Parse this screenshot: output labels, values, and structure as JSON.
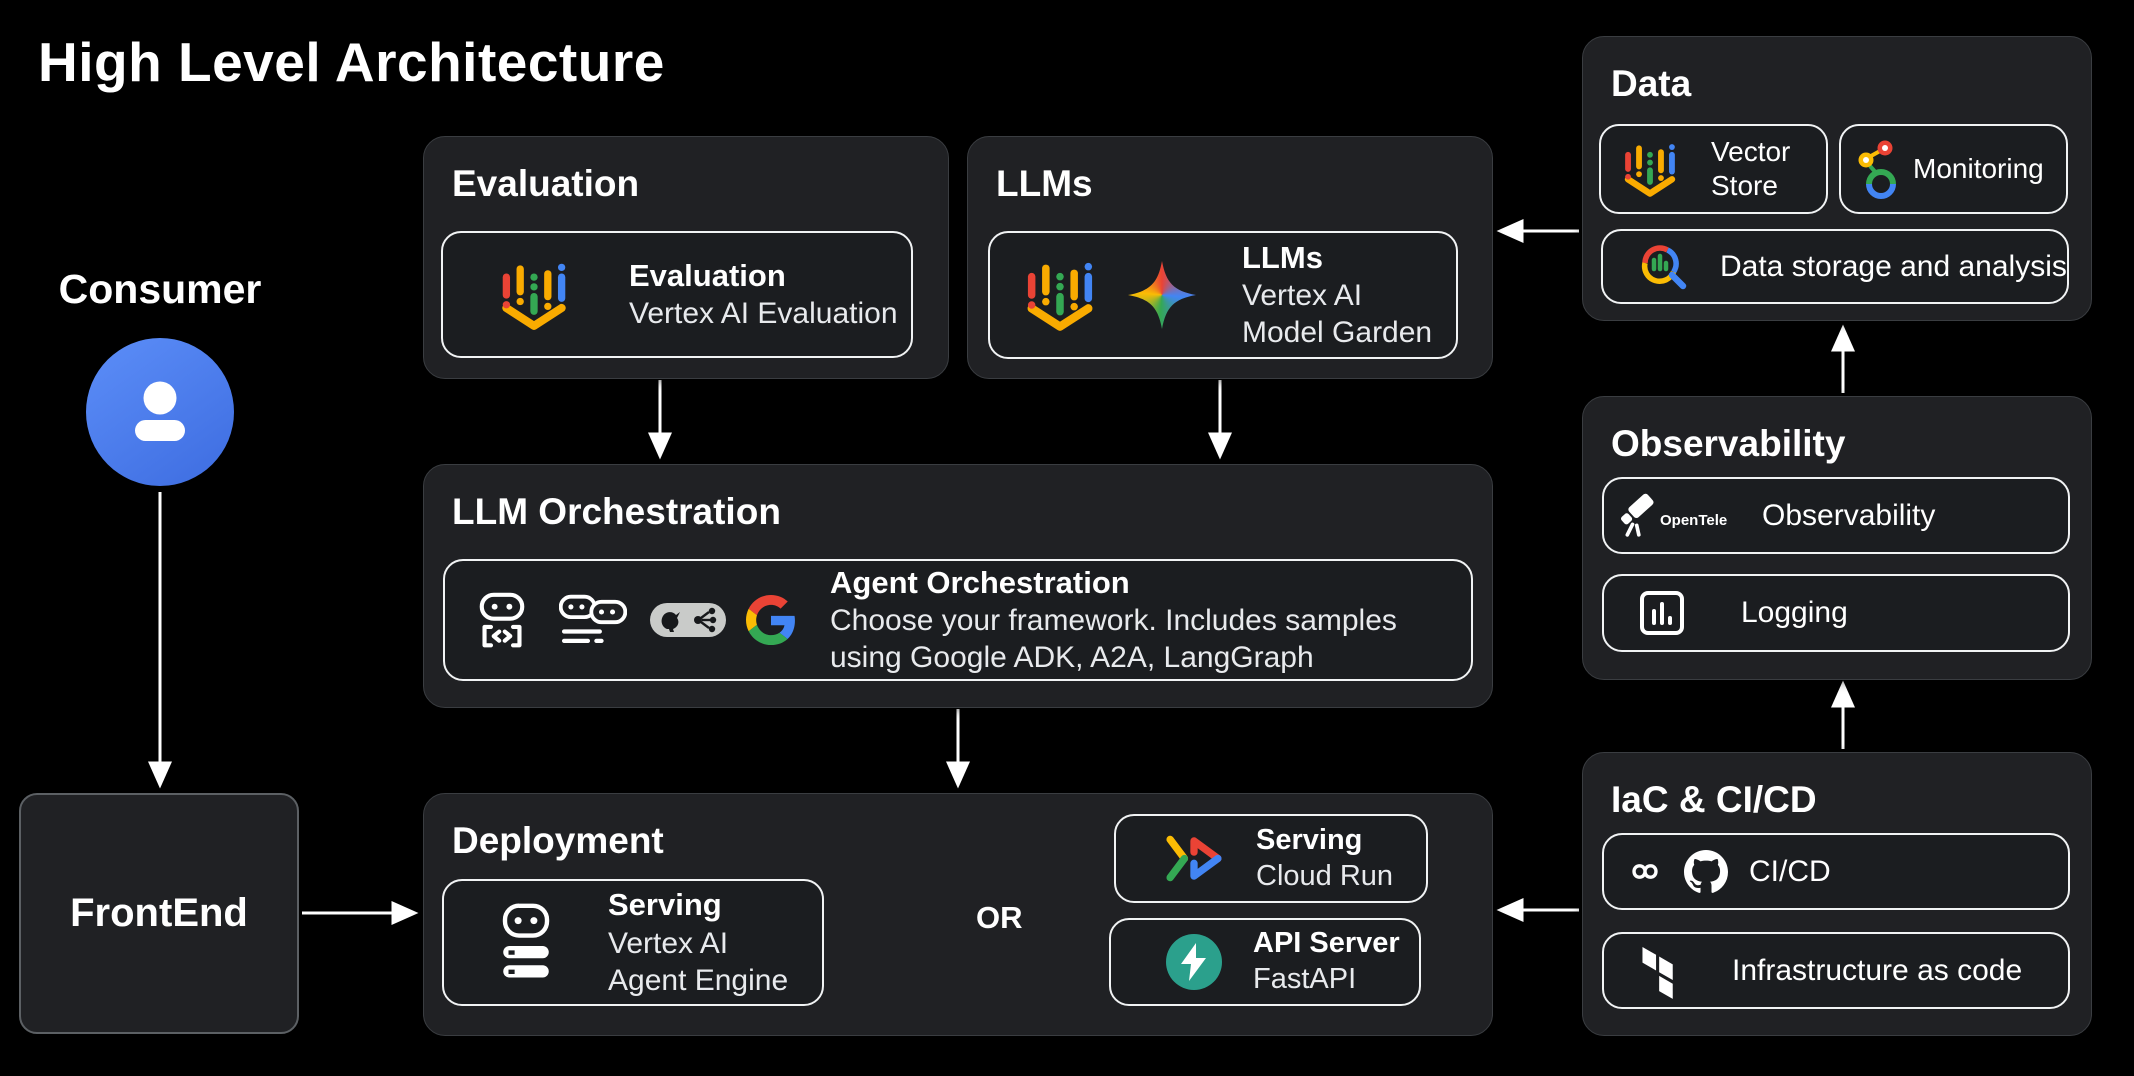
{
  "title": "High Level Architecture",
  "colors": {
    "background": "#000000",
    "panel": "#202124",
    "card_border": "#f1f3f4",
    "avatar_blue": "#4285f4",
    "google_red": "#EA4335",
    "google_yellow": "#FBBC04",
    "google_green": "#34A853",
    "google_blue": "#4285F4",
    "fastapi_teal": "#2BA08C",
    "langgraph_pill": "#c9cbc9",
    "arrow": "#ffffff"
  },
  "consumer": {
    "label": "Consumer"
  },
  "frontend": {
    "label": "FrontEnd"
  },
  "evaluation": {
    "title": "Evaluation",
    "card_title": "Evaluation",
    "card_line1": "Vertex AI Evaluation"
  },
  "llms": {
    "title": "LLMs",
    "card_title": "LLMs",
    "card_line1": "Vertex AI",
    "card_line2": "Model Garden"
  },
  "orchestration": {
    "title": "LLM Orchestration",
    "card_title": "Agent Orchestration",
    "card_line1": "Choose your framework. Includes samples",
    "card_line2": "using Google ADK, A2A, LangGraph"
  },
  "deployment": {
    "title": "Deployment",
    "or_label": "OR",
    "agent_engine": {
      "title": "Serving",
      "line1": "Vertex AI",
      "line2": "Agent Engine"
    },
    "cloud_run": {
      "title": "Serving",
      "line1": "Cloud Run"
    },
    "fastapi": {
      "title": "API Server",
      "line1": "FastAPI"
    }
  },
  "data": {
    "title": "Data",
    "vector_store_label": "Vector Store",
    "monitoring_label": "Monitoring",
    "storage_label": "Data storage and analysis"
  },
  "observability": {
    "title": "Observability",
    "otel_label": "OpenTele",
    "observability_label": "Observability",
    "logging_label": "Logging"
  },
  "iac": {
    "title": "IaC & CI/CD",
    "cicd_label": "CI/CD",
    "infra_label": "Infrastructure as code"
  }
}
